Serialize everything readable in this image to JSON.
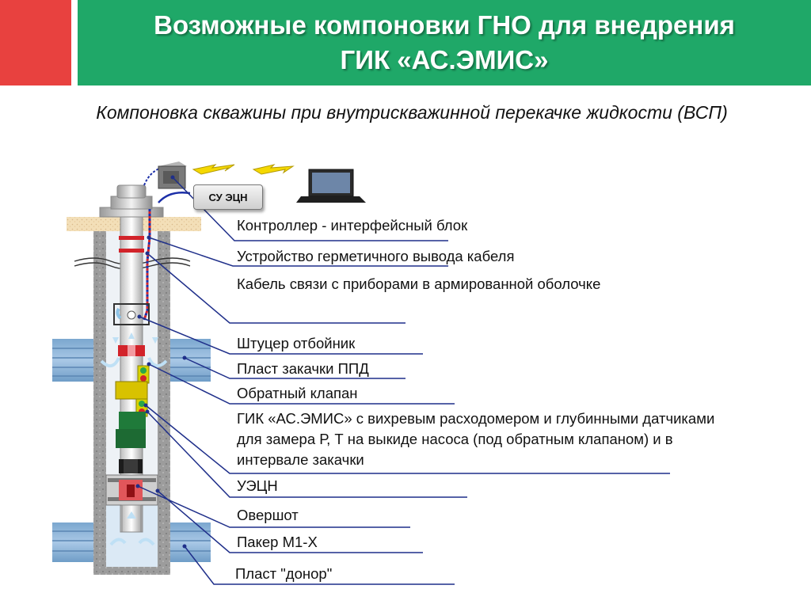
{
  "header": {
    "title": "Возможные компоновки ГНО для внедрения ГИК «АС.ЭМИС»"
  },
  "subtitle": "Компоновка скважины при внутрискважинной перекачке жидкости (ВСП)",
  "su_box_label": "СУ ЭЦН",
  "labels": [
    {
      "key": "controller",
      "text": "Контроллер - интерфейсный блок"
    },
    {
      "key": "cable-outlet",
      "text": "Устройство герметичного  вывода кабеля"
    },
    {
      "key": "cable",
      "text": "Кабель связи с приборами в армированной оболочке"
    },
    {
      "key": "choke",
      "text": "Штуцер отбойник"
    },
    {
      "key": "injection-layer",
      "text": "Пласт закачки ППД"
    },
    {
      "key": "check-valve",
      "text": "Обратный клапан"
    },
    {
      "key": "gik",
      "text": "ГИК «АС.ЭМИС» с вихревым расходомером и глубинными датчиками для замера Р, Т на выкиде насоса (под обратным клапаном) и в интервале закачки"
    },
    {
      "key": "esp",
      "text": "УЭЦН"
    },
    {
      "key": "overshot",
      "text": "Овершот"
    },
    {
      "key": "packer",
      "text": "Пакер М1-Х"
    },
    {
      "key": "donor-layer",
      "text": "Пласт  \"донор\""
    }
  ],
  "colors": {
    "header_green": "#1fa868",
    "accent_red": "#e8413f",
    "leader_line": "#1f2f8a"
  }
}
